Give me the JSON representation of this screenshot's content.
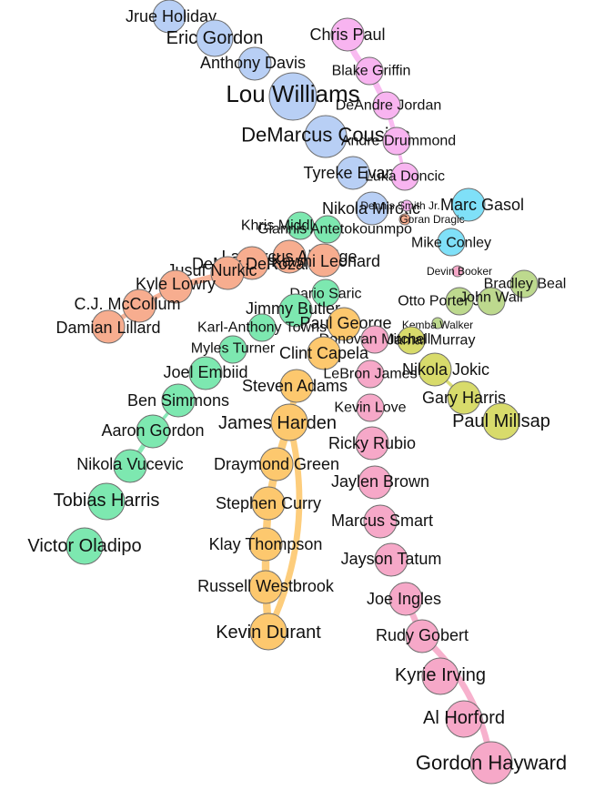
{
  "groups": {
    "blue": {
      "fill": "#b8cff5",
      "edge": "#b8cff5"
    },
    "pink": {
      "fill": "#f8b4f0",
      "edge": "#f8b4f0"
    },
    "cyan": {
      "fill": "#7fe0f8",
      "edge": "#7fe0f8"
    },
    "salmon": {
      "fill": "#f7ad8f",
      "edge": "#f7ad8f"
    },
    "green": {
      "fill": "#7de8b0",
      "edge": "#7de8b0"
    },
    "olive": {
      "fill": "#bdd98e",
      "edge": "#bdd98e"
    },
    "lime": {
      "fill": "#d8db6b",
      "edge": "#d8db6b"
    },
    "orange": {
      "fill": "#fdc86e",
      "edge": "#fdc86e"
    },
    "rose": {
      "fill": "#f6a8c8",
      "edge": "#f6a8c8"
    }
  },
  "nodes": [
    {
      "id": "jrue-holiday",
      "label": "Jrue Holiday",
      "group": "blue",
      "size": 2
    },
    {
      "id": "eric-gordon",
      "label": "Eric Gordon",
      "group": "blue",
      "size": 3
    },
    {
      "id": "anthony-davis",
      "label": "Anthony Davis",
      "group": "blue",
      "size": 2
    },
    {
      "id": "lou-williams",
      "label": "Lou Williams",
      "group": "blue",
      "size": 5
    },
    {
      "id": "demarcus-cousins",
      "label": "DeMarcus Cousins",
      "group": "blue",
      "size": 4
    },
    {
      "id": "tyreke-evans",
      "label": "Tyreke Evans",
      "group": "blue",
      "size": 2
    },
    {
      "id": "nikola-mirotic",
      "label": "Nikola Mirotic",
      "group": "blue",
      "size": 2
    },
    {
      "id": "chris-paul",
      "label": "Chris Paul",
      "group": "pink",
      "size": 2
    },
    {
      "id": "blake-griffin",
      "label": "Blake Griffin",
      "group": "pink",
      "size": 1
    },
    {
      "id": "deandre-jordan",
      "label": "DeAndre Jordan",
      "group": "pink",
      "size": 1
    },
    {
      "id": "andre-drummond",
      "label": "Andre Drummond",
      "group": "pink",
      "size": 1
    },
    {
      "id": "luka-doncic",
      "label": "Luka Doncic",
      "group": "pink",
      "size": 1
    },
    {
      "id": "dennis-smith-jr",
      "label": "Dennis Smith Jr.",
      "group": "pink",
      "size": 0
    },
    {
      "id": "marc-gasol",
      "label": "Marc Gasol",
      "group": "cyan",
      "size": 2
    },
    {
      "id": "mike-conley",
      "label": "Mike Conley",
      "group": "cyan",
      "size": 1
    },
    {
      "id": "goran-dragic",
      "label": "Goran Dragic",
      "group": "salmon",
      "size": 0
    },
    {
      "id": "khris-middleton",
      "label": "Khris Middleton",
      "group": "green",
      "size": 1
    },
    {
      "id": "giannis-antetokounmpo",
      "label": "Giannis Antetokounmpo",
      "group": "green",
      "size": 1
    },
    {
      "id": "lamarcus-aldridge",
      "label": "LaMarcus Aldridge",
      "group": "salmon",
      "size": 2
    },
    {
      "id": "demar-derozan",
      "label": "DeMar DeRozan",
      "group": "salmon",
      "size": 2
    },
    {
      "id": "kawhi-leonard",
      "label": "Kawhi Leonard",
      "group": "salmon",
      "size": 2
    },
    {
      "id": "jusuf-nurkic",
      "label": "Jusuf Nurkic",
      "group": "salmon",
      "size": 2
    },
    {
      "id": "kyle-lowry",
      "label": "Kyle Lowry",
      "group": "salmon",
      "size": 2
    },
    {
      "id": "cj-mccollum",
      "label": "C.J. McCollum",
      "group": "salmon",
      "size": 2
    },
    {
      "id": "damian-lillard",
      "label": "Damian Lillard",
      "group": "salmon",
      "size": 2
    },
    {
      "id": "devin-booker",
      "label": "Devin Booker",
      "group": "rose",
      "size": 0
    },
    {
      "id": "bradley-beal",
      "label": "Bradley Beal",
      "group": "olive",
      "size": 1
    },
    {
      "id": "otto-porter-jr",
      "label": "Otto Porter Jr.",
      "group": "olive",
      "size": 1
    },
    {
      "id": "john-wall",
      "label": "John Wall",
      "group": "olive",
      "size": 1
    },
    {
      "id": "kemba-walker",
      "label": "Kemba Walker",
      "group": "olive",
      "size": 0
    },
    {
      "id": "jamal-murray",
      "label": "Jamal Murray",
      "group": "lime",
      "size": 1
    },
    {
      "id": "nikola-jokic",
      "label": "Nikola Jokic",
      "group": "lime",
      "size": 2
    },
    {
      "id": "gary-harris",
      "label": "Gary Harris",
      "group": "lime",
      "size": 2
    },
    {
      "id": "paul-millsap",
      "label": "Paul Millsap",
      "group": "lime",
      "size": 3
    },
    {
      "id": "dario-saric",
      "label": "Dario Saric",
      "group": "green",
      "size": 1
    },
    {
      "id": "jimmy-butler",
      "label": "Jimmy Butler",
      "group": "green",
      "size": 2
    },
    {
      "id": "karl-anthony-towns",
      "label": "Karl-Anthony Towns",
      "group": "green",
      "size": 1
    },
    {
      "id": "myles-turner",
      "label": "Myles Turner",
      "group": "green",
      "size": 1
    },
    {
      "id": "joel-embiid",
      "label": "Joel Embiid",
      "group": "green",
      "size": 2
    },
    {
      "id": "ben-simmons",
      "label": "Ben Simmons",
      "group": "green",
      "size": 2
    },
    {
      "id": "aaron-gordon",
      "label": "Aaron Gordon",
      "group": "green",
      "size": 2
    },
    {
      "id": "nikola-vucevic",
      "label": "Nikola Vucevic",
      "group": "green",
      "size": 2
    },
    {
      "id": "tobias-harris",
      "label": "Tobias Harris",
      "group": "green",
      "size": 3
    },
    {
      "id": "victor-oladipo",
      "label": "Victor Oladipo",
      "group": "green",
      "size": 3
    },
    {
      "id": "paul-george",
      "label": "Paul George",
      "group": "orange",
      "size": 2
    },
    {
      "id": "donovan-mitchell",
      "label": "Donovan Mitchell",
      "group": "rose",
      "size": 1
    },
    {
      "id": "clint-capela",
      "label": "Clint Capela",
      "group": "orange",
      "size": 2
    },
    {
      "id": "steven-adams",
      "label": "Steven Adams",
      "group": "orange",
      "size": 2
    },
    {
      "id": "lebron-james",
      "label": "LeBron James",
      "group": "rose",
      "size": 1
    },
    {
      "id": "kevin-love",
      "label": "Kevin Love",
      "group": "rose",
      "size": 1
    },
    {
      "id": "james-harden",
      "label": "James Harden",
      "group": "orange",
      "size": 3
    },
    {
      "id": "ricky-rubio",
      "label": "Ricky Rubio",
      "group": "rose",
      "size": 2
    },
    {
      "id": "draymond-green",
      "label": "Draymond Green",
      "group": "orange",
      "size": 2
    },
    {
      "id": "jaylen-brown",
      "label": "Jaylen Brown",
      "group": "rose",
      "size": 2
    },
    {
      "id": "stephen-curry",
      "label": "Stephen Curry",
      "group": "orange",
      "size": 2
    },
    {
      "id": "marcus-smart",
      "label": "Marcus Smart",
      "group": "rose",
      "size": 2
    },
    {
      "id": "klay-thompson",
      "label": "Klay Thompson",
      "group": "orange",
      "size": 2
    },
    {
      "id": "jayson-tatum",
      "label": "Jayson Tatum",
      "group": "rose",
      "size": 2
    },
    {
      "id": "russell-westbrook",
      "label": "Russell Westbrook",
      "group": "orange",
      "size": 2
    },
    {
      "id": "joe-ingles",
      "label": "Joe Ingles",
      "group": "rose",
      "size": 2
    },
    {
      "id": "kevin-durant",
      "label": "Kevin Durant",
      "group": "orange",
      "size": 3
    },
    {
      "id": "rudy-gobert",
      "label": "Rudy Gobert",
      "group": "rose",
      "size": 2
    },
    {
      "id": "kyrie-irving",
      "label": "Kyrie Irving",
      "group": "rose",
      "size": 3
    },
    {
      "id": "al-horford",
      "label": "Al Horford",
      "group": "rose",
      "size": 3
    },
    {
      "id": "gordon-hayward",
      "label": "Gordon Hayward",
      "group": "rose",
      "size": 4
    }
  ],
  "links": [
    {
      "source": "chris-paul",
      "target": "blake-griffin",
      "group": "pink",
      "weight": 3
    },
    {
      "source": "blake-griffin",
      "target": "deandre-jordan",
      "group": "pink",
      "weight": 3
    },
    {
      "source": "deandre-jordan",
      "target": "andre-drummond",
      "group": "pink",
      "weight": 2
    },
    {
      "source": "andre-drummond",
      "target": "luka-doncic",
      "group": "pink",
      "weight": 1
    },
    {
      "source": "jusuf-nurkic",
      "target": "kyle-lowry",
      "group": "salmon",
      "weight": 3
    },
    {
      "source": "kyle-lowry",
      "target": "cj-mccollum",
      "group": "salmon",
      "weight": 2
    },
    {
      "source": "cj-mccollum",
      "target": "damian-lillard",
      "group": "salmon",
      "weight": 2
    },
    {
      "source": "demar-derozan",
      "target": "jusuf-nurkic",
      "group": "salmon",
      "weight": 2
    },
    {
      "source": "aaron-gordon",
      "target": "nikola-vucevic",
      "group": "green",
      "weight": 2
    },
    {
      "source": "ben-simmons",
      "target": "aaron-gordon",
      "group": "green",
      "weight": 1
    },
    {
      "source": "steven-adams",
      "target": "james-harden",
      "group": "orange",
      "weight": 3
    },
    {
      "source": "james-harden",
      "target": "draymond-green",
      "group": "orange",
      "weight": 4
    },
    {
      "source": "draymond-green",
      "target": "stephen-curry",
      "group": "orange",
      "weight": 4
    },
    {
      "source": "stephen-curry",
      "target": "klay-thompson",
      "group": "orange",
      "weight": 4
    },
    {
      "source": "klay-thompson",
      "target": "russell-westbrook",
      "group": "orange",
      "weight": 4
    },
    {
      "source": "russell-westbrook",
      "target": "kevin-durant",
      "group": "orange",
      "weight": 4
    },
    {
      "source": "james-harden",
      "target": "kevin-durant",
      "group": "orange",
      "weight": 3
    },
    {
      "source": "joe-ingles",
      "target": "rudy-gobert",
      "group": "rose",
      "weight": 3
    },
    {
      "source": "rudy-gobert",
      "target": "gordon-hayward",
      "group": "rose",
      "weight": 3
    },
    {
      "source": "nikola-jokic",
      "target": "gary-harris",
      "group": "lime",
      "weight": 1
    }
  ]
}
